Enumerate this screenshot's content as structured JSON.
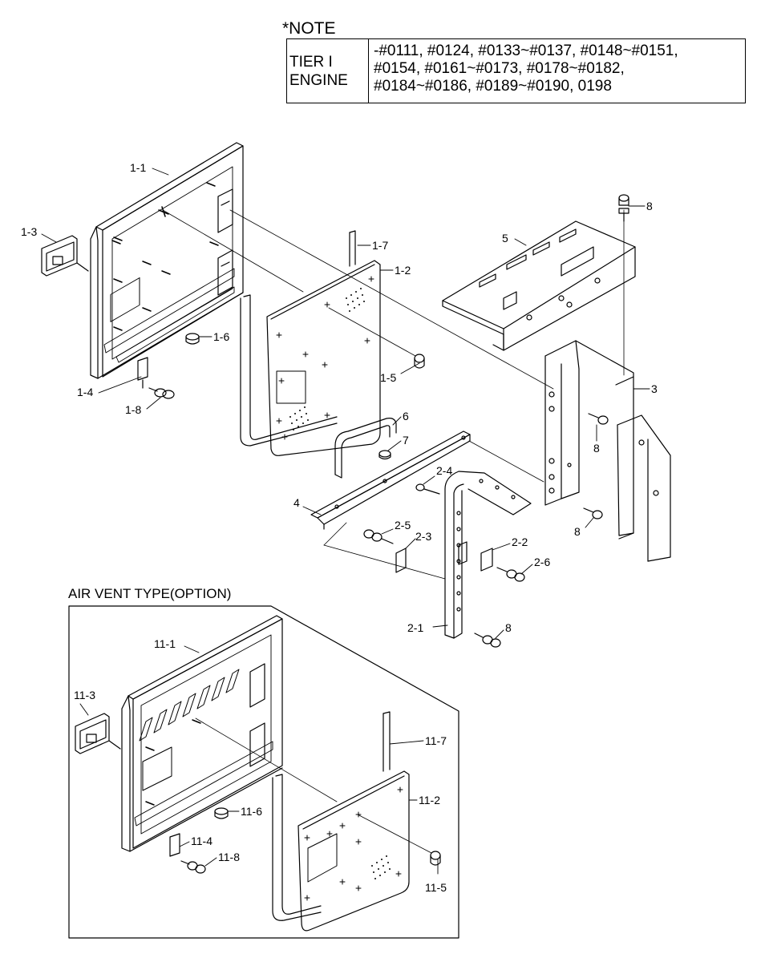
{
  "note": {
    "title": "*NOTE",
    "label_line1": "TIER I",
    "label_line2": "ENGINE",
    "text_lines": [
      "-#0111, #0124, #0133~#0137, #0148~#0151,",
      "#0154, #0161~#0173, #0178~#0182,",
      "#0184~#0186, #0189~#0190, 0198"
    ]
  },
  "air_vent_title": "AIR VENT TYPE(OPTION)",
  "callouts": {
    "p1_1": "1-1",
    "p1_2": "1-2",
    "p1_3": "1-3",
    "p1_4": "1-4",
    "p1_5": "1-5",
    "p1_6": "1-6",
    "p1_7": "1-7",
    "p1_8": "1-8",
    "p2_1": "2-1",
    "p2_2": "2-2",
    "p2_3": "2-3",
    "p2_4": "2-4",
    "p2_5": "2-5",
    "p2_6": "2-6",
    "p3": "3",
    "p4": "4",
    "p5": "5",
    "p6": "6",
    "p7": "7",
    "p8_top": "8",
    "p8_a": "8",
    "p8_b": "8",
    "p8_c": "8",
    "p11_1": "11-1",
    "p11_2": "11-2",
    "p11_3": "11-3",
    "p11_4": "11-4",
    "p11_5": "11-5",
    "p11_6": "11-6",
    "p11_7": "11-7",
    "p11_8": "11-8"
  }
}
